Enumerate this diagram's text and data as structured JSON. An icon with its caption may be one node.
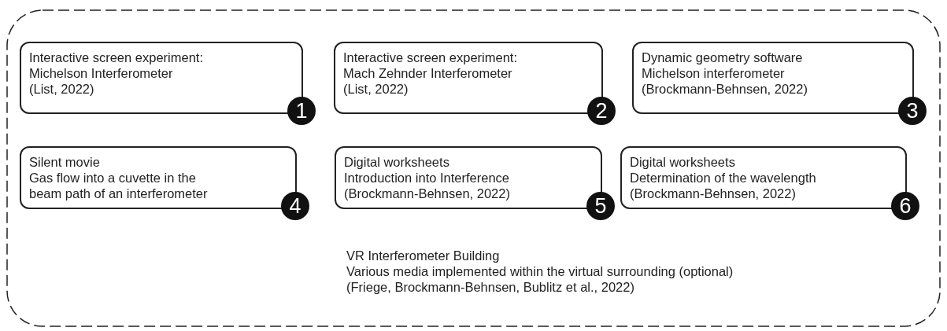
{
  "diagram": {
    "nodes": [
      {
        "text": [
          "VR Interferometer Building",
          "Various media implemented within the virtual surrounding (optional)",
          "(Friege, Brockmann-Behnsen, Bublitz et al., 2022)"
        ]
      },
      {
        "text": [
          "Interactive screen experiment:",
          "Michelson Interferometer",
          "(List, 2022)",
          "1"
        ],
        "in": 0
      },
      {
        "text": [
          "Interactive screen experiment:",
          "Mach Zehnder Interferometer",
          "(List, 2022)",
          "2"
        ],
        "in": 0
      },
      {
        "text": [
          "Dynamic geometry software",
          "Michelson interferometer",
          "(Brockmann-Behnsen, 2022)",
          "3"
        ],
        "in": 0
      },
      {
        "text": [
          "Silent movie",
          "Gas flow into a cuvette in the beam path of an interferometer",
          "4"
        ],
        "in": 0
      },
      {
        "text": [
          "Digital worksheets",
          "Introduction into Interference",
          "(Brockmann-Behnsen, 2022)",
          "5"
        ],
        "in": 0
      },
      {
        "text": [
          "Digital worksheets",
          "Determination of the wavelength",
          "(Brockmann-Behnsen, 2022)",
          "6"
        ],
        "in": 0
      }
    ]
  }
}
